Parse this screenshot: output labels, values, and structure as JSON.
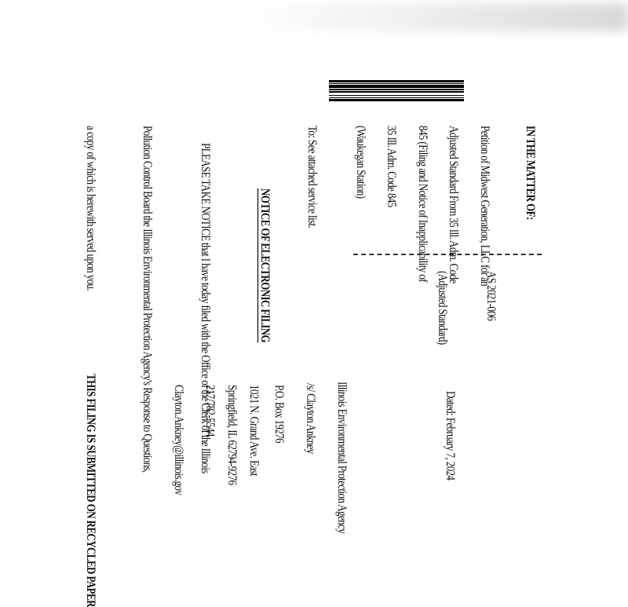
{
  "header": {
    "matter_line": "IN THE MATTER OF:"
  },
  "caption": {
    "petition_lines": [
      "Petition of Midwest Generation, LLC for an",
      "Adjusted Standard From 35 Ill. Adm. Code",
      "845 (Filing and Notice of Inapplicability of",
      "35 Ill. Adm. Code 845",
      "(Waukegan Station)"
    ],
    "case_number": "AS 2021-006",
    "case_type": "(Adjusted Standard)"
  },
  "to_line": "To:   See attached service list.",
  "notice_title": "NOTICE OF ELECTRONIC FILING",
  "body_lines": [
    "PLEASE TAKE NOTICE that I have today filed with the Office of the Clerk of the Illinois",
    "Pollution Control Board the Illinois Environmental Protection Agency's Response to Questions,",
    "a copy of which is herewith served upon you."
  ],
  "signature": {
    "dated": "Dated: February 7, 2024",
    "block": [
      "Illinois Environmental Protection Agency",
      "/s/ Clayton Ankney",
      "P.O. Box 19276",
      "1021 N. Grand Ave. East",
      "Springfield, IL 62794-9276",
      "217/782-5544",
      "Clayton.Ankney@illinois.gov"
    ]
  },
  "footer": "THIS FILING IS SUBMITTED ON RECYCLED PAPER"
}
